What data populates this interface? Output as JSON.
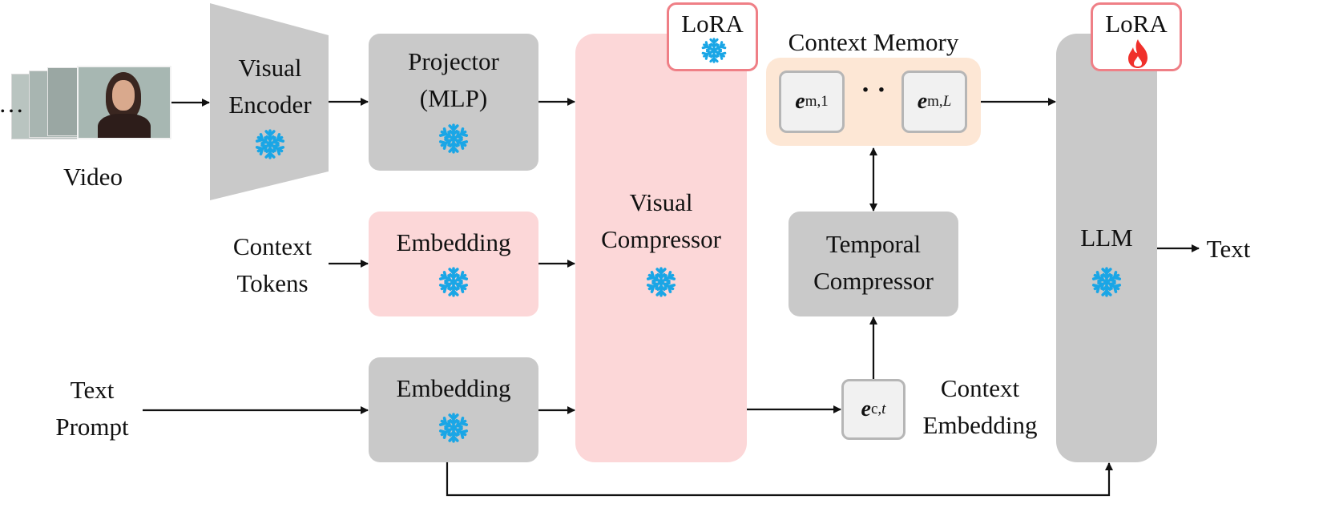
{
  "video": {
    "label": "Video",
    "ellipsis": "…"
  },
  "visual_encoder": {
    "line1": "Visual",
    "line2": "Encoder"
  },
  "projector": {
    "line1": "Projector",
    "line2": "(MLP)"
  },
  "context_tokens": {
    "line1": "Context",
    "line2": "Tokens"
  },
  "context_embedding_block": {
    "label": "Embedding"
  },
  "text_prompt": {
    "line1": "Text",
    "line2": "Prompt"
  },
  "text_embedding_block": {
    "label": "Embedding"
  },
  "visual_compressor": {
    "line1": "Visual",
    "line2": "Compressor",
    "lora_label": "LoRA"
  },
  "context_memory": {
    "title": "Context Memory",
    "token_first_base": "e",
    "token_first_sub": "m,1",
    "dots": "· ·",
    "token_last_base": "e",
    "token_last_sub_prefix": "m,",
    "token_last_sub_var": "L"
  },
  "temporal_compressor": {
    "line1": "Temporal",
    "line2": "Compressor"
  },
  "context_embedding": {
    "token_base": "e",
    "token_sub_prefix": "c,",
    "token_sub_var": "t",
    "line1": "Context",
    "line2": "Embedding"
  },
  "llm": {
    "label": "LLM",
    "lora_label": "LoRA"
  },
  "output": {
    "label": "Text"
  },
  "colors": {
    "gray_block": "#c9c9c9",
    "pink_block": "#fcd7d8",
    "memory_bg": "#fde7d5",
    "lora_border": "#ef7f86",
    "frozen_icon": "#1aa6e6",
    "trainable_icon": "#f0302b"
  },
  "icons": {
    "frozen": "snowflake-icon",
    "trainable": "flame-icon"
  }
}
